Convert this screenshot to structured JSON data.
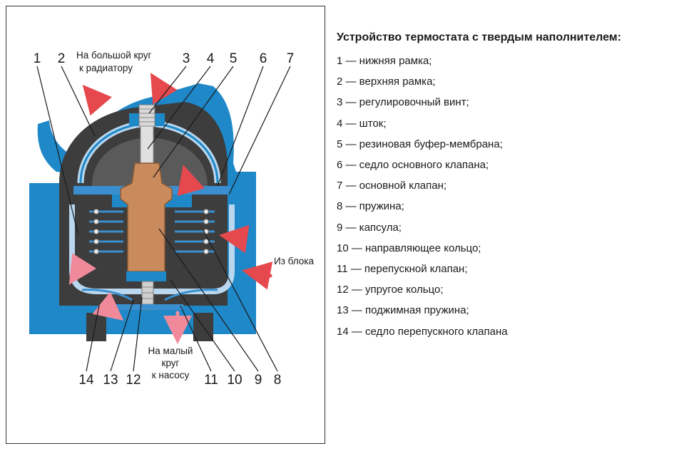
{
  "figure": {
    "callout_numbers": [
      "1",
      "2",
      "3",
      "4",
      "5",
      "6",
      "7",
      "8",
      "9",
      "10",
      "11",
      "12",
      "13",
      "14"
    ],
    "flow_labels": {
      "to_radiator_line1": "На большой круг",
      "to_radiator_line2": "к радиатору",
      "from_block": "Из блока",
      "to_pump_line1": "На малый",
      "to_pump_line2": "круг",
      "to_pump_line3": "к насосу"
    },
    "colors": {
      "housing_blue": "#1e88c8",
      "cavity_grey": "#3d3d3d",
      "capsule_copper": "#c98a5c",
      "spring_blue": "#3a8fd0",
      "hot_flow": "#e5484d",
      "cool_flow": "#f08a9a"
    }
  },
  "legend": {
    "title": "Устройство термостата с твердым наполнителем:",
    "items": [
      "1 — нижняя рамка;",
      "2 — верхняя рамка;",
      "3 — регулировочный винт;",
      "4 — шток;",
      "5 — резиновая буфер-мембрана;",
      "6 — седло основного клапана;",
      "7 — основной клапан;",
      "8 — пружина;",
      "9 — капсула;",
      "10 — направляющее кольцо;",
      "11 — перепускной клапан;",
      "12 — упругое кольцо;",
      "13 — поджимная пружина;",
      "14 — седло перепускного клапана"
    ]
  }
}
